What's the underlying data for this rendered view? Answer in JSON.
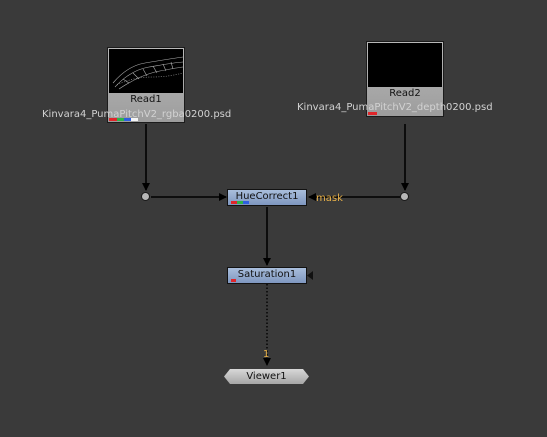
{
  "graph": {
    "background": "#3a3a3a",
    "edge_color": "#000000",
    "label_color": "#e9b24a"
  },
  "nodes": {
    "read1": {
      "name": "Read1",
      "file": "Kinvara4_PumaPitchV2_rgba0200.psd"
    },
    "read2": {
      "name": "Read2",
      "file": "Kinvara4_PumaPitchV2_depth0200.psd"
    },
    "huecorrect": {
      "name": "HueCorrect1",
      "mask_label": "mask"
    },
    "saturation": {
      "name": "Saturation1"
    },
    "viewer": {
      "name": "Viewer1",
      "input_label": "1"
    }
  },
  "channel_colors": [
    "#e0262b",
    "#2fb44a",
    "#2f5fe0",
    "#f5f5f5"
  ]
}
